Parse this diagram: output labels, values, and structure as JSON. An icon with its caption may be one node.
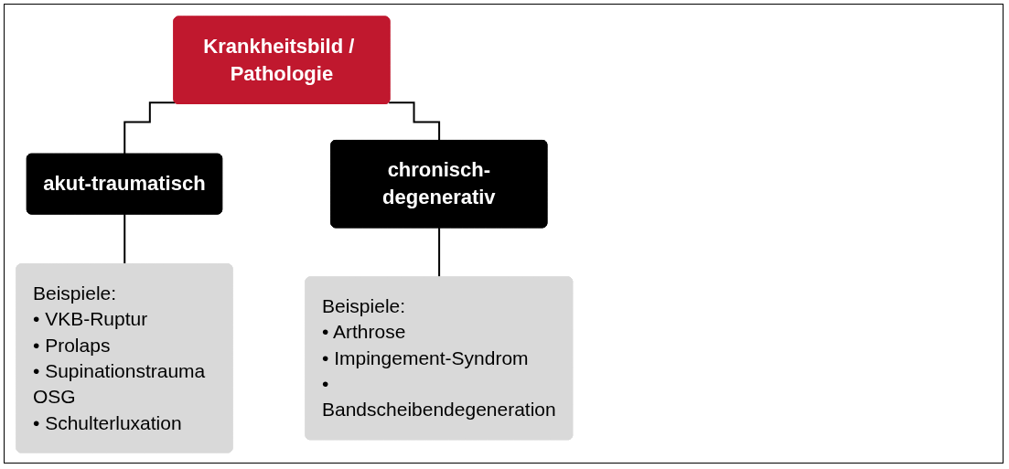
{
  "diagram": {
    "nodes": [
      {
        "text": [
          "Krankheitsbild / Pathologie"
        ]
      },
      {
        "text": [
          "akut-traumatisch"
        ]
      },
      {
        "text": [
          "chronisch-degenerativ"
        ]
      },
      {
        "text": [
          "Beispiele:",
          "• VKB-Ruptur",
          "• Prolaps",
          "• Supinationstrauma OSG",
          "• Schulterluxation"
        ]
      },
      {
        "text": [
          "Beispiele:",
          "• Arthrose",
          "• Impingement-Syndrom",
          "• Bandscheibendegeneration"
        ]
      }
    ],
    "edges": [
      {
        "from": 0,
        "to": 1,
        "arrow": "none"
      },
      {
        "from": 0,
        "to": 2,
        "arrow": "none"
      },
      {
        "from": 1,
        "to": 3,
        "arrow": "none"
      },
      {
        "from": 2,
        "to": 4,
        "arrow": "none"
      }
    ]
  }
}
